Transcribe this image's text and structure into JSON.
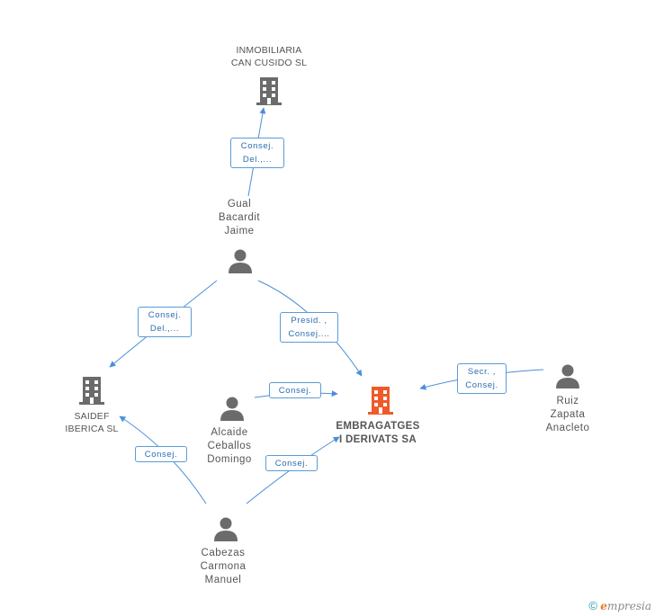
{
  "colors": {
    "edge": "#4a8fd9",
    "label_border": "#5b9bd5",
    "label_text": "#2b6cb0",
    "company_icon": "#6b6b6b",
    "focus_icon": "#f05a28",
    "person_icon": "#6b6b6b",
    "node_text": "#555555"
  },
  "nodes": {
    "inmobiliaria": {
      "label": "INMOBILIARIA\nCAN CUSIDO SL",
      "icon": "building-icon"
    },
    "gual": {
      "label": "Gual\nBacardit\nJaime",
      "icon": "person-icon"
    },
    "saidef": {
      "label": "SAIDEF\nIBERICA SL",
      "icon": "building-icon"
    },
    "embragatges": {
      "label": "EMBRAGATGES\nI DERIVATS SA",
      "icon": "building-icon"
    },
    "alcaide": {
      "label": "Alcaide\nCeballos\nDomingo",
      "icon": "person-icon"
    },
    "ruiz": {
      "label": "Ruiz\nZapata\nAnacleto",
      "icon": "person-icon"
    },
    "cabezas": {
      "label": "Cabezas\nCarmona\nManuel",
      "icon": "person-icon"
    }
  },
  "edges": {
    "gual_inmobiliaria": "Consej.\nDel.,...",
    "gual_saidef": "Consej.\nDel.,...",
    "gual_embragatges": "Presid. ,\nConsej....",
    "alcaide_embragatges": "Consej.",
    "ruiz_embragatges": "Secr. ,\nConsej.",
    "cabezas_saidef": "Consej.",
    "cabezas_embragatges": "Consej."
  },
  "footer": {
    "copyright": "©",
    "brand_e": "e",
    "brand_rest": "mpresia"
  }
}
